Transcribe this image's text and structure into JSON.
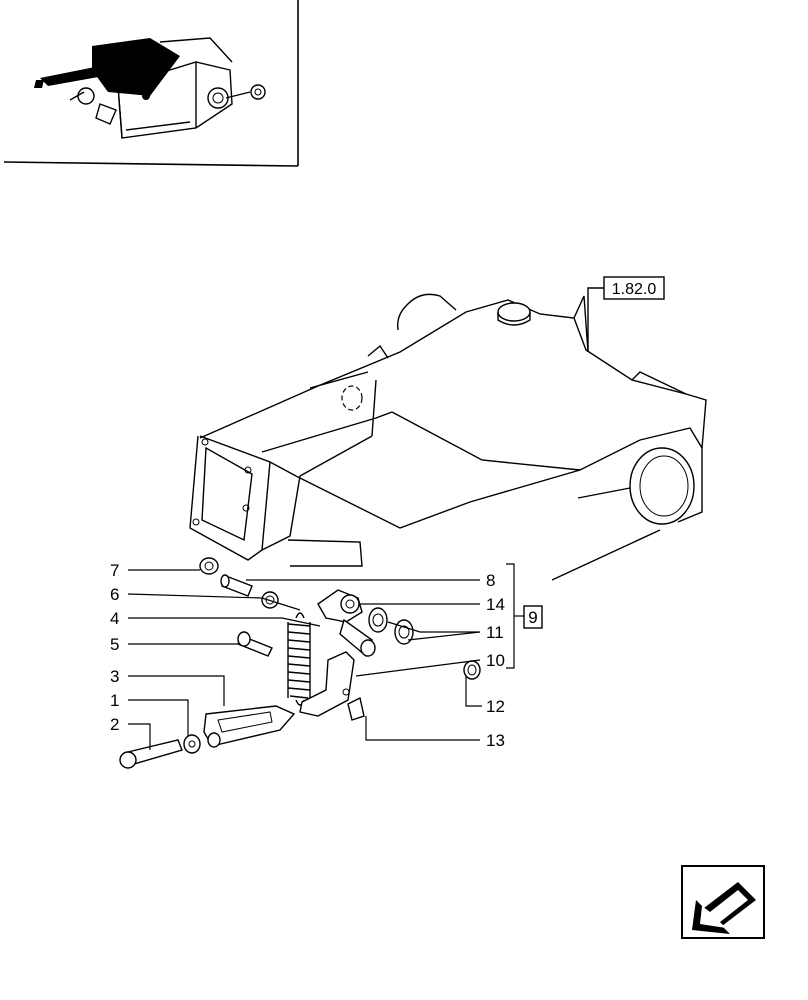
{
  "housing_ref": "1.82.0",
  "group_ref": "9",
  "callouts": {
    "c1": "1",
    "c2": "2",
    "c3": "3",
    "c4": "4",
    "c5": "5",
    "c6": "6",
    "c7": "7",
    "c8": "8",
    "c10": "10",
    "c11": "11",
    "c12": "12",
    "c13": "13",
    "c14": "14"
  },
  "icons": {
    "thumbnail": "hydraulic-lift-housing-thumbnail-icon",
    "nav": "previous-page-arrow-icon"
  }
}
